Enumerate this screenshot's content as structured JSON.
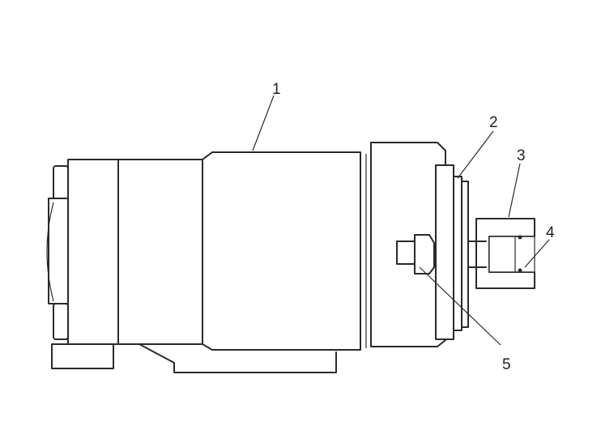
{
  "callouts": [
    {
      "id": "1",
      "label": "1"
    },
    {
      "id": "2",
      "label": "2"
    },
    {
      "id": "3",
      "label": "3"
    },
    {
      "id": "4",
      "label": "4"
    },
    {
      "id": "5",
      "label": "5"
    }
  ],
  "colors": {
    "line": "#2a2a2a",
    "hatch": "#555555",
    "background": "#ffffff"
  }
}
